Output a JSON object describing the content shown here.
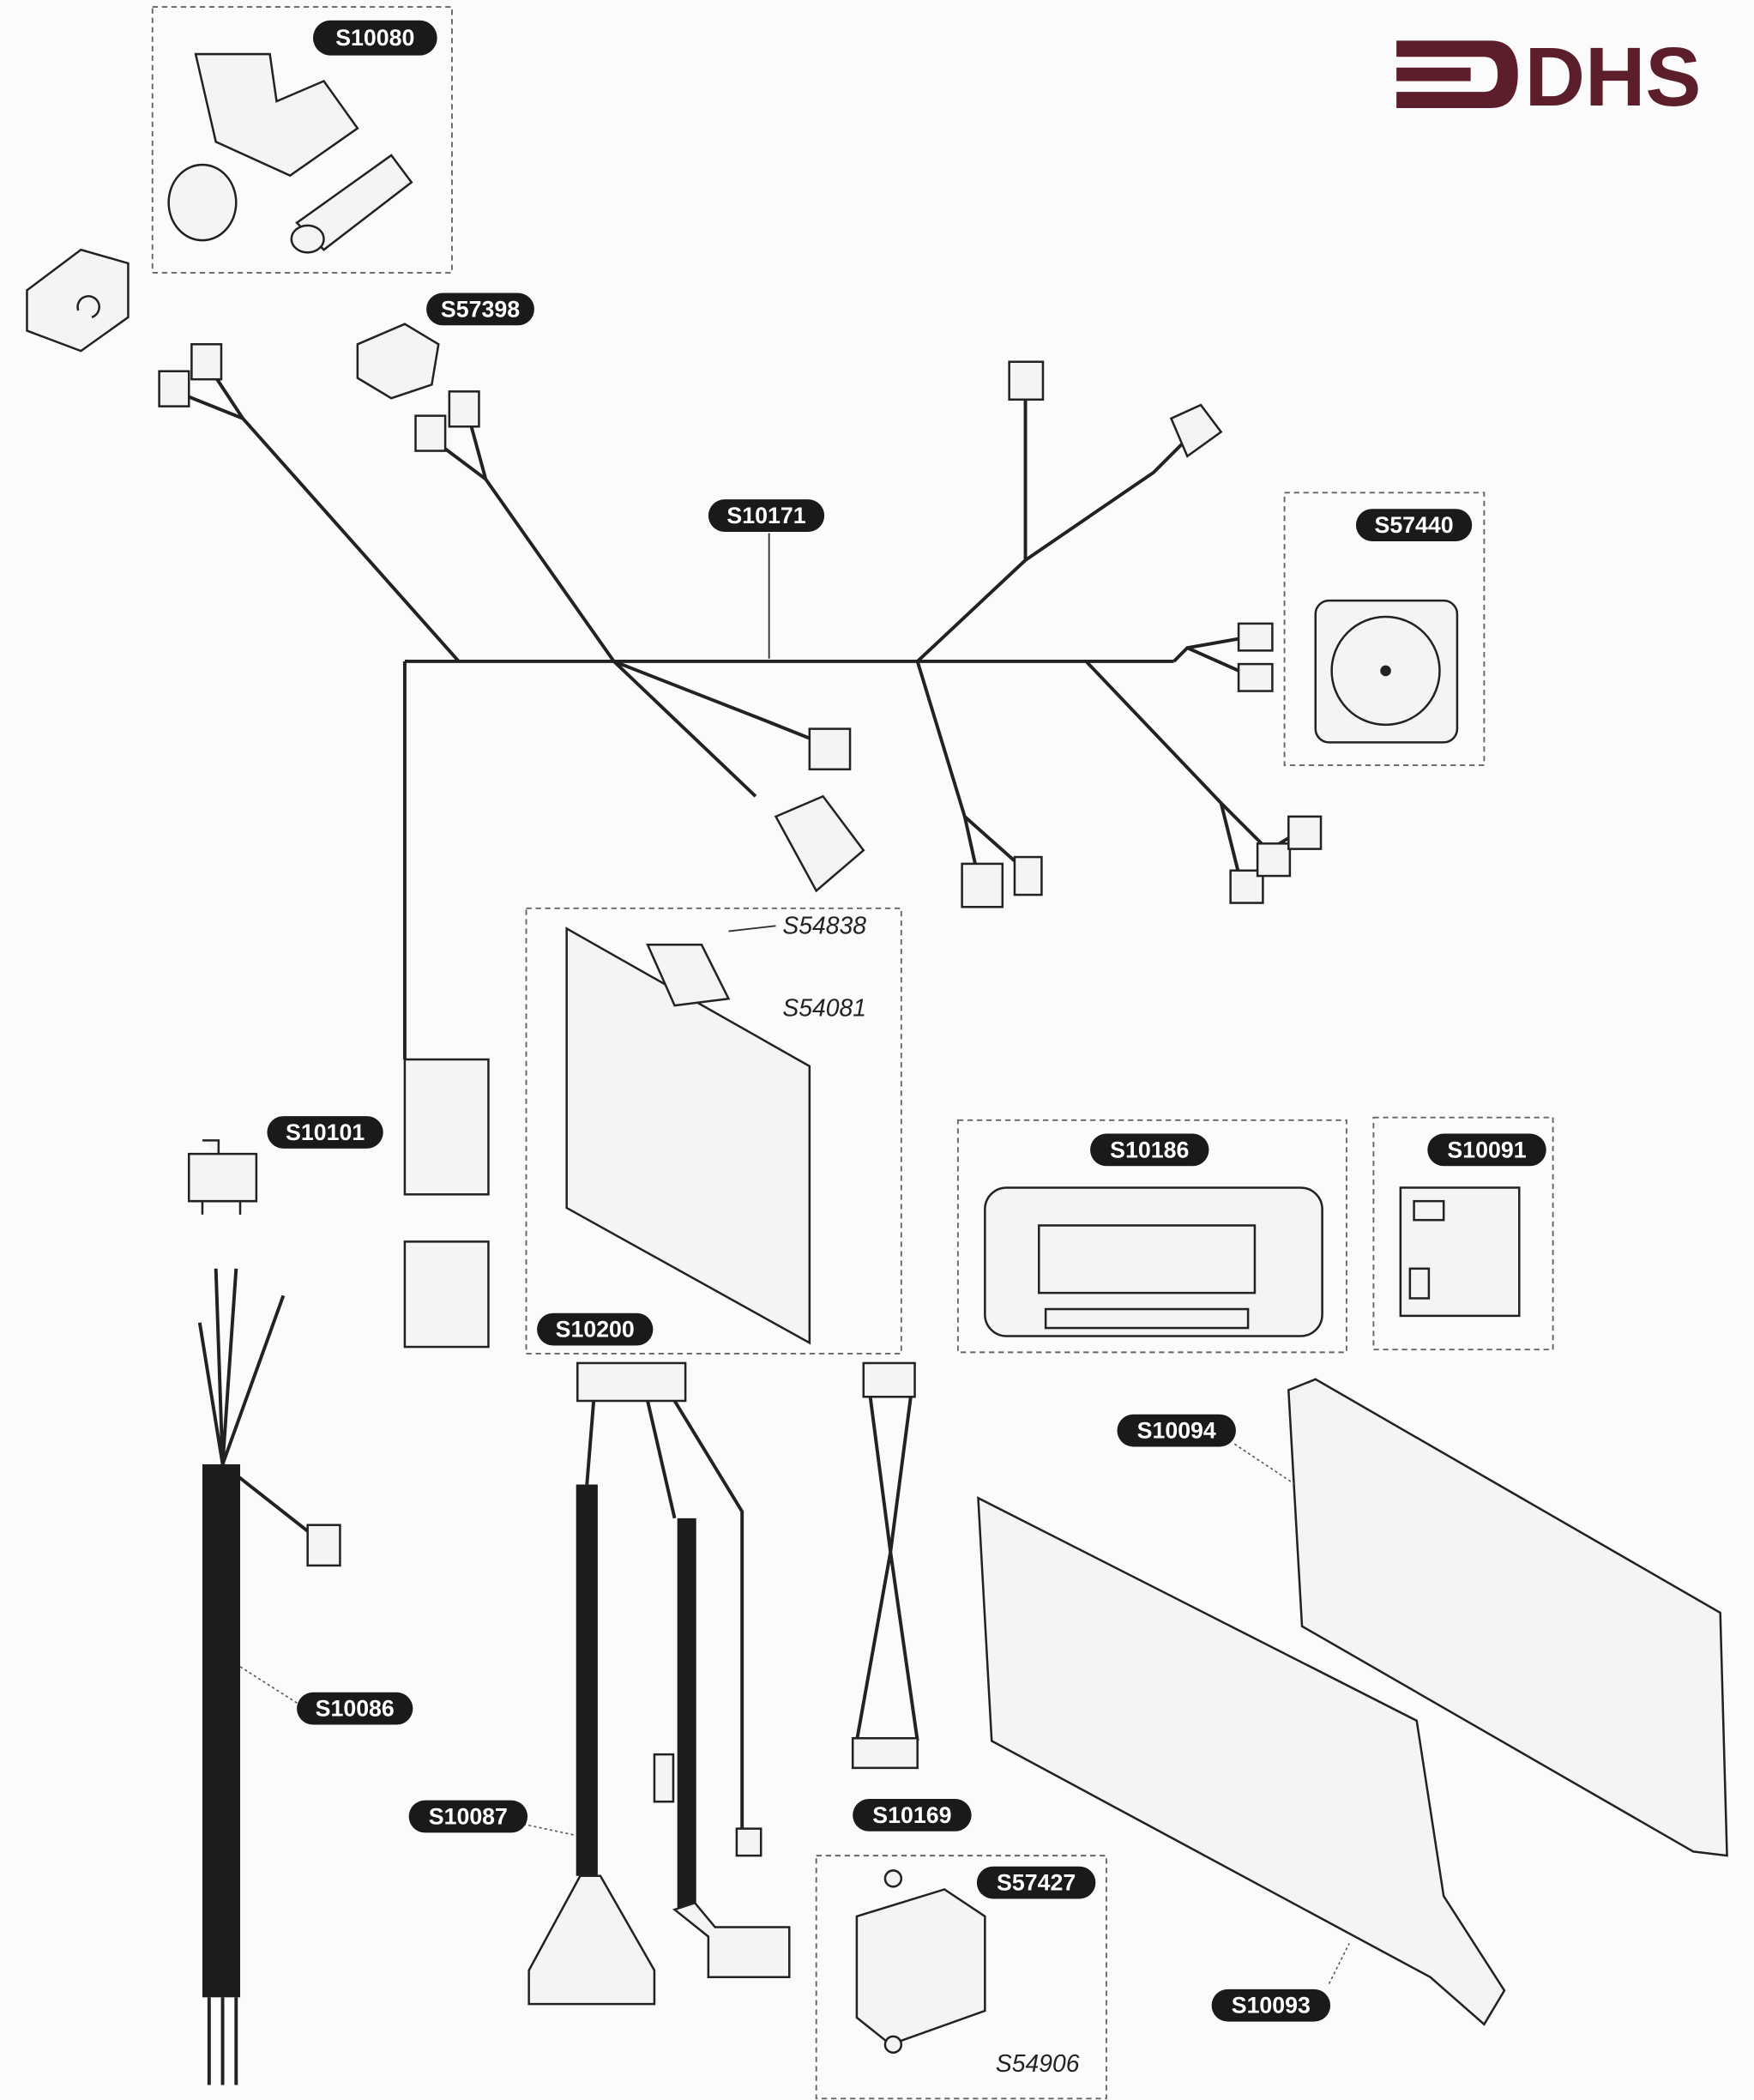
{
  "logo": {
    "text": "DHS",
    "color": "#5b1e2a"
  },
  "parts": {
    "s10080": "S10080",
    "s57398": "S57398",
    "s10171": "S10171",
    "s57440": "S57440",
    "s54838": "S54838",
    "s54081": "S54081",
    "s10101": "S10101",
    "s10186": "S10186",
    "s10091": "S10091",
    "s10200": "S10200",
    "s10094": "S10094",
    "s10086": "S10086",
    "s10087": "S10087",
    "s10169": "S10169",
    "s57427": "S57427",
    "s10093": "S10093",
    "s54906": "S54906"
  }
}
